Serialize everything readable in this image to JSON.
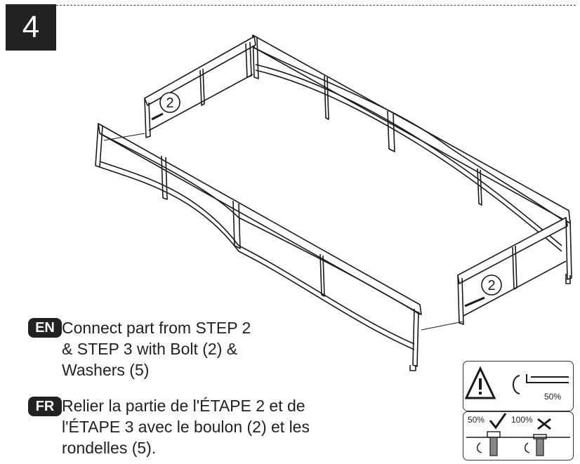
{
  "step": {
    "number": "4"
  },
  "diagram": {
    "callouts": [
      "2",
      "2"
    ]
  },
  "instructions": [
    {
      "lang": "EN",
      "text": "Connect part from STEP 2\n& STEP 3 with Bolt (2) &\nWashers (5)"
    },
    {
      "lang": "FR",
      "text": "Relier la partie de l'ÉTAPE 2 et de\nl'ÉTAPE 3 avec le boulon (2) et les\nrondelles (5)."
    }
  ],
  "torque_panel": {
    "tighten_percent": "50%",
    "ok_label": "50%",
    "bad_label": "100%",
    "icons": [
      "warning-triangle-icon",
      "allen-key-icon",
      "check-icon",
      "cross-icon"
    ]
  }
}
